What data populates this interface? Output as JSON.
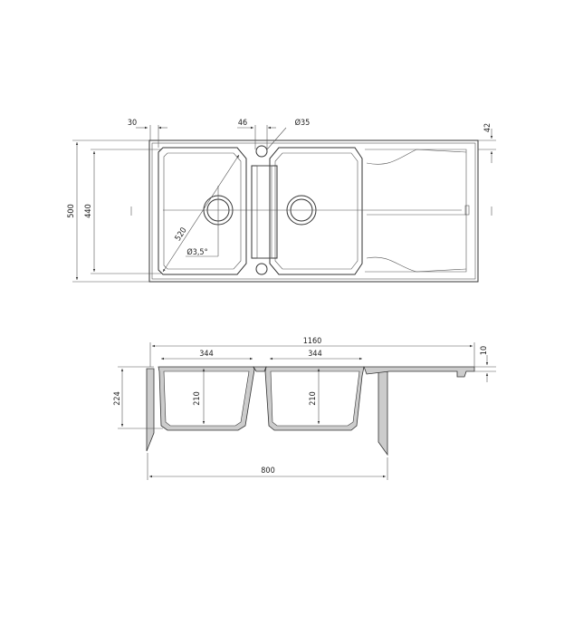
{
  "top_view": {
    "dims": {
      "overall_depth": "500",
      "bowl_depth": "440",
      "edge_offset": "30",
      "tap_offset": "46",
      "tap_hole": "Ø35",
      "rim_depth": "42",
      "diagonal": "520",
      "slope": "Ø3,5°"
    }
  },
  "side_view": {
    "dims": {
      "overall_length": "1160",
      "bowl1_width": "344",
      "bowl2_width": "344",
      "bowl1_depth": "210",
      "bowl2_depth": "210",
      "rim_thickness": "10",
      "cabinet_height": "224",
      "cabinet_width": "800"
    }
  },
  "colors": {
    "line": "#333333",
    "hatch": "#cccccc",
    "background": "#ffffff"
  }
}
